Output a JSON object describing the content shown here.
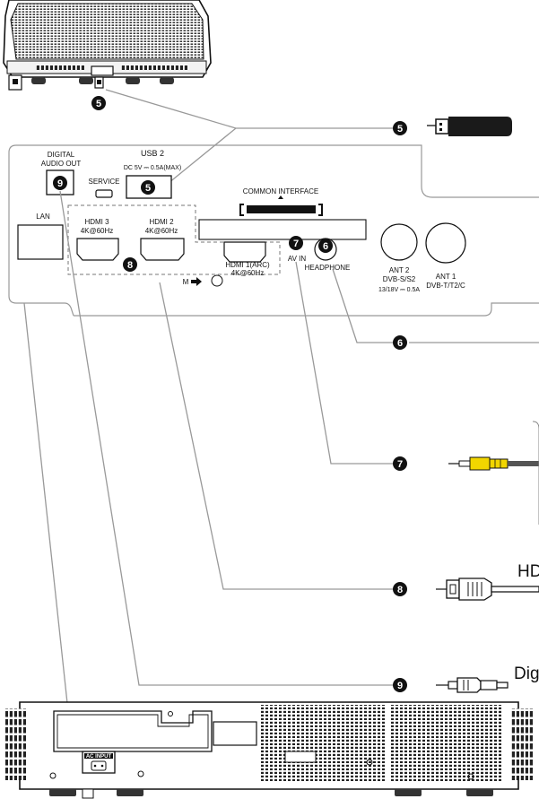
{
  "ports": {
    "digital_audio_out": [
      "DIGITAL",
      "AUDIO OUT"
    ],
    "usb": [
      "USB 2",
      "DC 5V ⎓ 0.5A(MAX)"
    ],
    "service": "SERVICE",
    "common_interface": "COMMON INTERFACE",
    "lan": "LAN",
    "hdmi3": [
      "HDMI 3",
      "4K@60Hz"
    ],
    "hdmi2": [
      "HDMI 2",
      "4K@60Hz"
    ],
    "hdmi1": [
      "HDMI 1(ARC)",
      "4K@60Hz"
    ],
    "av_in": "AV IN",
    "headphone": "HEADPHONE",
    "ant2": [
      "ANT 2",
      "DVB-S/S2",
      "13/18V ⎓ 0.5A"
    ],
    "ant1": [
      "ANT 1",
      "DVB-T/T2/C"
    ],
    "m_label": "M"
  },
  "badges": {
    "usb_top": "5",
    "usb_right": "5",
    "usb_panel": "5",
    "digital_panel": "9",
    "hdmi_panel": "8",
    "av_panel": "7",
    "headphone_panel": "6",
    "headphone_right": "6",
    "av_right": "7",
    "hdmi_right": "8",
    "digital_right": "9"
  },
  "cables": {
    "hdmi_text": "HD",
    "digital_text": "Dig"
  },
  "bottom_device": {
    "ac_input": "AC INPUT"
  }
}
